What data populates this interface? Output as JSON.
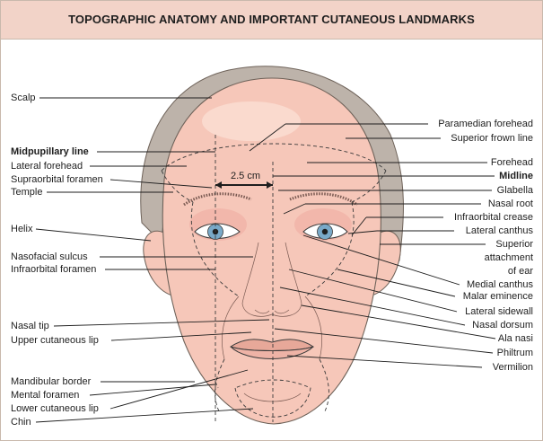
{
  "title": "TOPOGRAPHIC ANATOMY AND IMPORTANT CUTANEOUS LANDMARKS",
  "measurement": "2.5 cm",
  "labels_left": [
    "Scalp",
    "Midpupillary line",
    "Lateral forehead",
    "Supraorbital foramen",
    "Temple",
    "Helix",
    "Nasofacial sulcus",
    "Infraorbital foramen",
    "Nasal tip",
    "Upper cutaneous lip",
    "Mandibular border",
    "Mental foramen",
    "Lower cutaneous lip",
    "Chin"
  ],
  "labels_right": [
    "Paramedian forehead",
    "Superior frown line",
    "Forehead",
    "Midline",
    "Glabella",
    "Nasal root",
    "Infraorbital crease",
    "Lateral canthus",
    "Superior",
    "attachment",
    "of ear",
    "Medial canthus",
    "Malar eminence",
    "Lateral sidewall",
    "Nasal dorsum",
    "Ala nasi",
    "Philtrum",
    "Vermilion"
  ],
  "colors": {
    "header_bg": "#f2d3c8",
    "skin": "#f6c7b9",
    "hair": "#bdb3aa",
    "iris": "#79a9c8"
  }
}
